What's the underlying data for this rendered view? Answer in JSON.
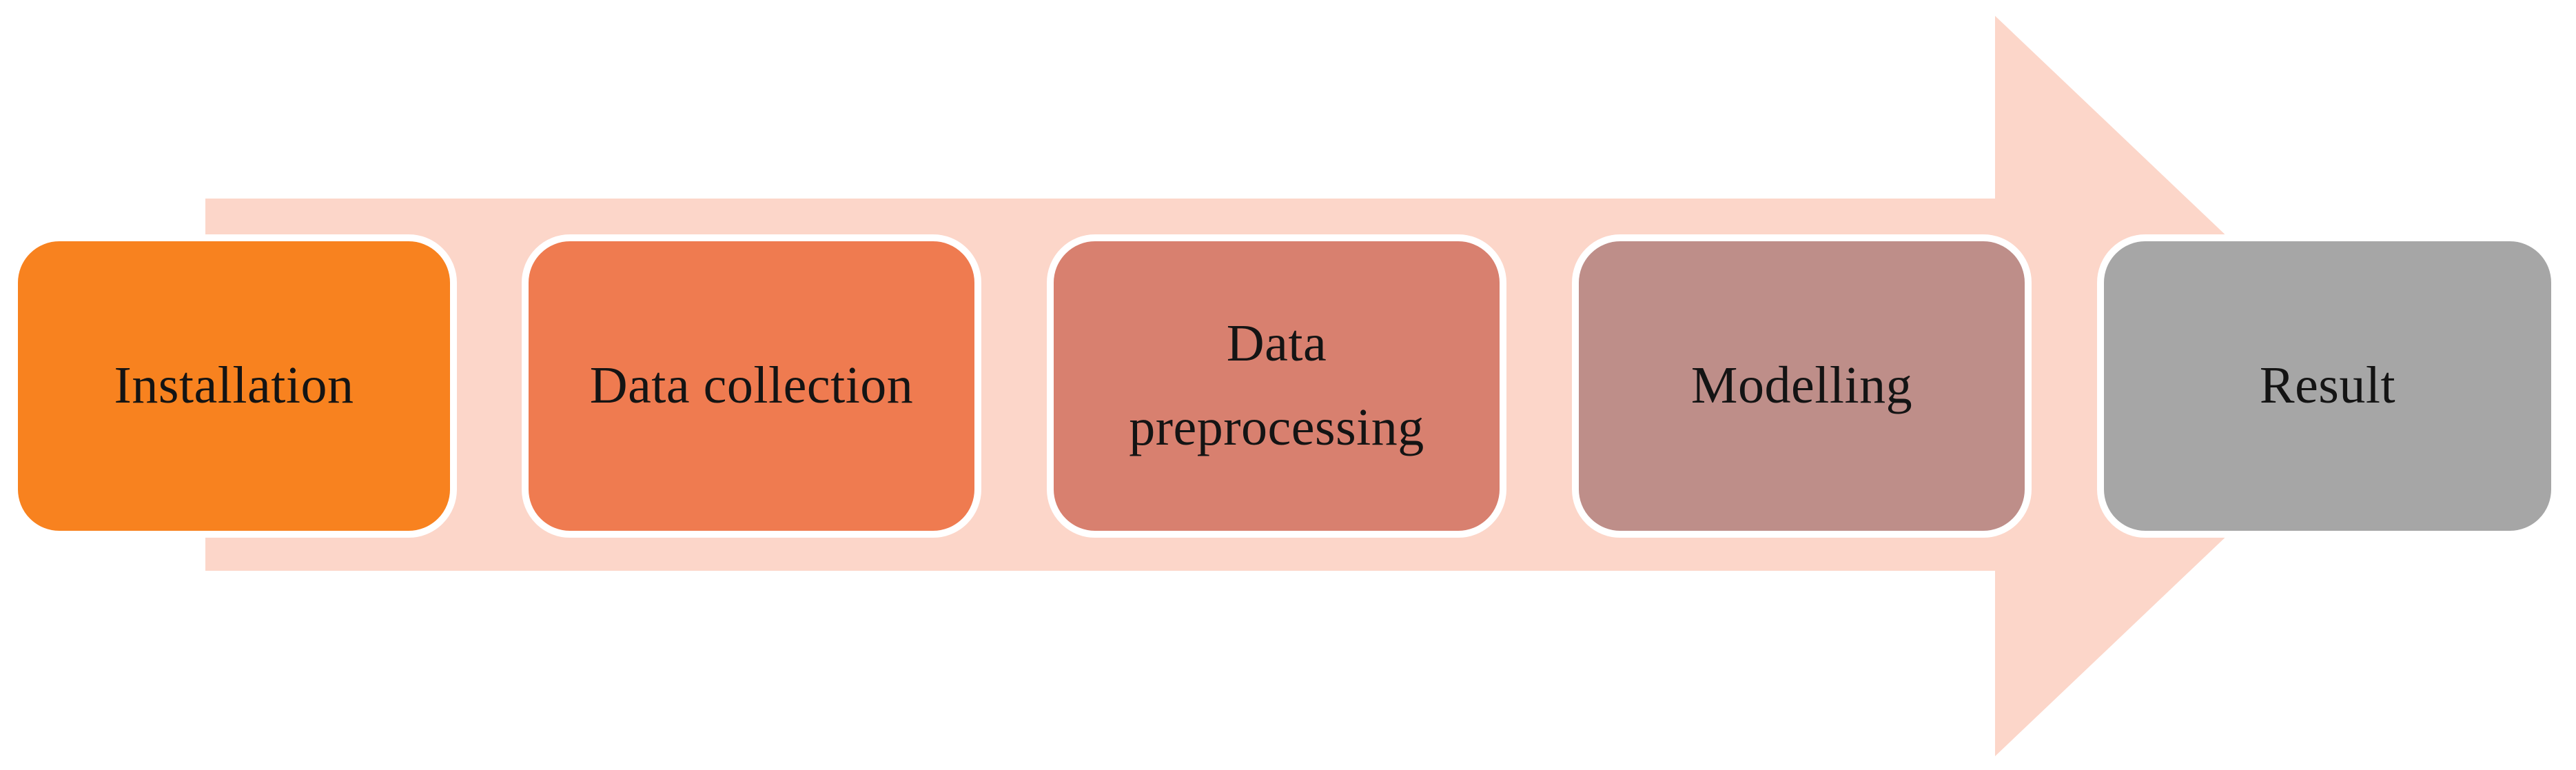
{
  "diagram": {
    "type": "process-flow-arrow",
    "direction": "right",
    "background_color": "#ffffff",
    "arrow_color": "#FCD6C9",
    "box_border_color": "#ffffff",
    "text_color": "#141414",
    "steps": [
      {
        "label": "Installation",
        "lines": [
          "Installation"
        ],
        "color": "#F8821F"
      },
      {
        "label": "Data collection",
        "lines": [
          "Data collection"
        ],
        "color": "#EF7B50"
      },
      {
        "label": "Data preprocessing",
        "lines": [
          "Data",
          "preprocessing"
        ],
        "color": "#D8806F"
      },
      {
        "label": "Modelling",
        "lines": [
          "Modelling"
        ],
        "color": "#BE8E89"
      },
      {
        "label": "Result",
        "lines": [
          "Result"
        ],
        "color": "#A6A6A6"
      }
    ]
  }
}
